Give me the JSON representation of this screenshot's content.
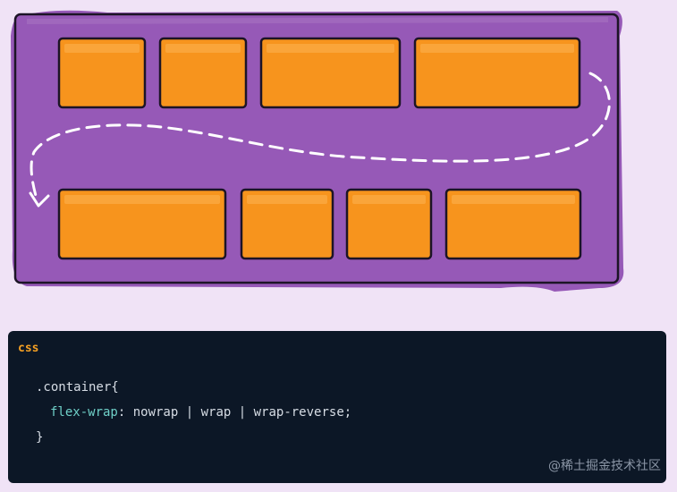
{
  "illustration": {
    "container_color": "#9659b7",
    "item_color": "#f7941d",
    "row1_items": 4,
    "row2_items": 4,
    "arrow": "wrap-arrow-icon"
  },
  "code": {
    "language": "css",
    "line1": ".container{",
    "property": "flex-wrap",
    "colon": ": ",
    "values": [
      "nowrap",
      "wrap",
      "wrap-reverse"
    ],
    "separator": " | ",
    "terminator": ";",
    "line3": "}"
  },
  "watermark": "@稀土掘金技术社区"
}
